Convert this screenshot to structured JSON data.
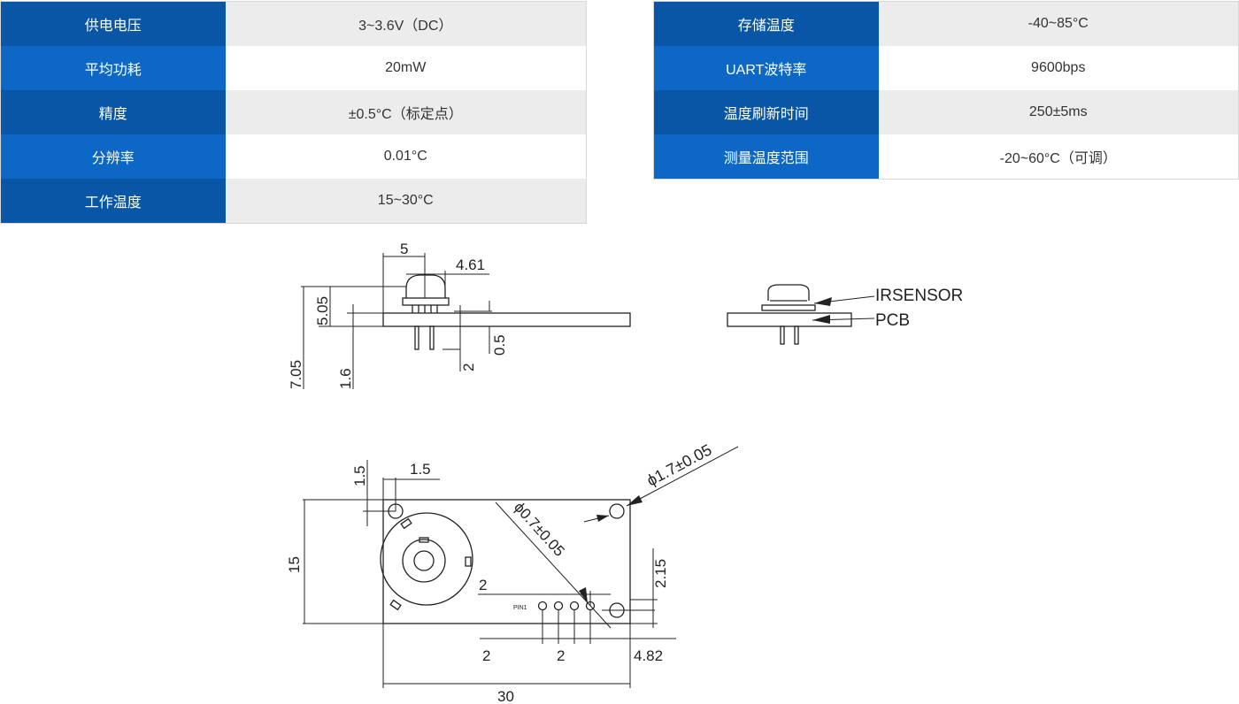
{
  "spec_left": [
    {
      "label": "供电电压",
      "value": "3~3.6V（DC）"
    },
    {
      "label": "平均功耗",
      "value": "20mW"
    },
    {
      "label": "精度",
      "value": "±0.5°C（标定点）"
    },
    {
      "label": "分辨率",
      "value": "0.01°C"
    },
    {
      "label": "工作温度",
      "value": "15~30°C"
    }
  ],
  "spec_right": [
    {
      "label": "存储温度",
      "value": "-40~85°C"
    },
    {
      "label": "UART波特率",
      "value": "9600bps"
    },
    {
      "label": "温度刷新时间",
      "value": "250±5ms"
    },
    {
      "label": "测量温度范围",
      "value": "-20~60°C（可调）"
    }
  ],
  "colors": {
    "header_dark": "#0a56a6",
    "header_light": "#0c68c4",
    "value_gray": "#ececec",
    "line": "#222222"
  },
  "side_view": {
    "dims": {
      "width_5": "5",
      "width_4_61": "4.61",
      "height_5_05": "5.05",
      "height_7_05": "7.05",
      "height_1_6": "1.6",
      "pin_2": "2",
      "board_0_5": "0.5"
    }
  },
  "callout_view": {
    "labels": {
      "sensor": "IRSENSOR",
      "pcb": "PCB"
    }
  },
  "top_view": {
    "dims": {
      "hole_offset_y": "1.5",
      "hole_offset_x": "1.5",
      "height_15": "15",
      "hole_dia": "ϕ1.7±0.05",
      "pin_dia": "ϕ0.7±0.05",
      "pin_offset_2_15": "2.15",
      "pin_pitch_top": "2",
      "pin_pitch_left": "2",
      "pin_pitch_mid": "2",
      "pin_edge_4_82": "4.82",
      "width_30": "30"
    },
    "pin1_label": "PIN1"
  }
}
